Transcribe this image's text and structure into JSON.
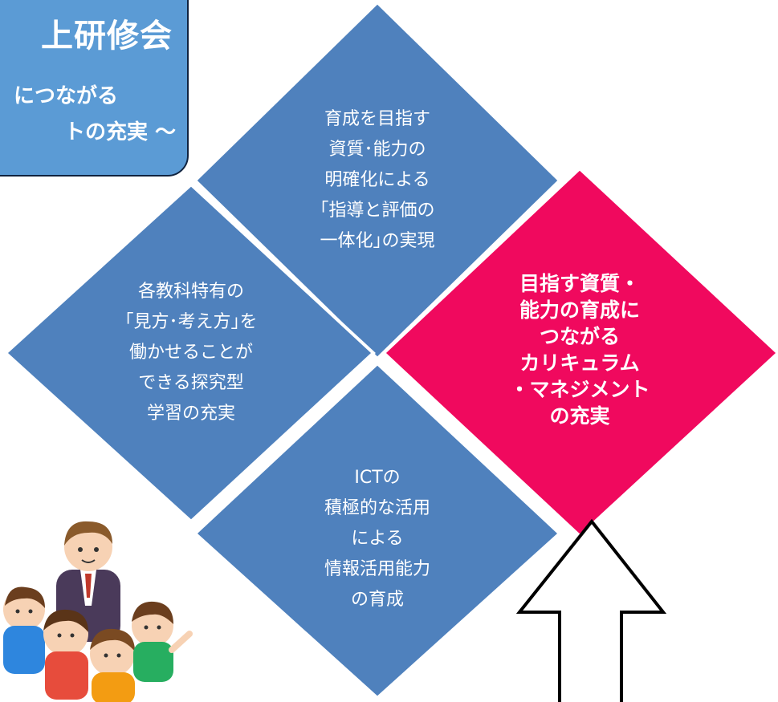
{
  "title": {
    "main": "上研修会",
    "sub1": "につながる",
    "sub2": "トの充実 ～"
  },
  "diamonds": {
    "top": [
      "育成を目指す",
      "資質･能力の",
      "明確化による",
      "｢指導と評価の",
      "一体化｣の実現"
    ],
    "left": [
      "各教科特有の",
      "｢見方･考え方｣を",
      "働かせることが",
      "できる探究型",
      "学習の充実"
    ],
    "bottom": [
      "ICTの",
      "積極的な活用",
      "による",
      "情報活用能力",
      "の育成"
    ],
    "right": [
      "目指す資質・",
      "能力の育成に",
      "つながる",
      "カリキュラム",
      "・マネジメント",
      "の充実"
    ]
  },
  "colors": {
    "diamond_blue": "#4f81bd",
    "diamond_border": "#ffffff",
    "highlight_pink": "#f0095e",
    "title_bg": "#5b9bd5",
    "arrow_stroke": "#000000"
  },
  "icons": {
    "arrow": "up-arrow-outline",
    "illustration": "teacher-and-children-illustration"
  }
}
